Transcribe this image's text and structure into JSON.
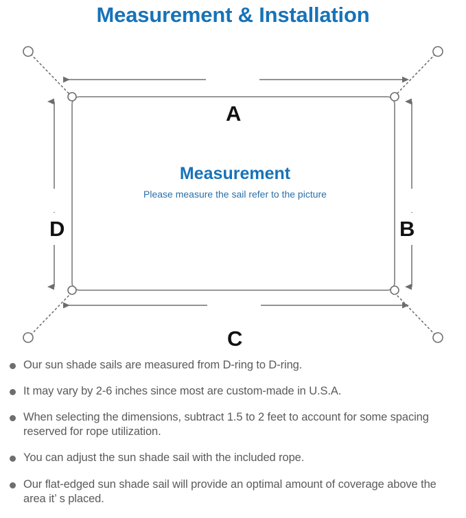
{
  "page": {
    "title": "Measurement & Installation",
    "title_color": "#1773b8",
    "background": "#ffffff"
  },
  "diagram": {
    "name": "sun-shade-sail-measurement-diagram",
    "center_label": {
      "heading": "Measurement",
      "subtext": "Please measure the sail refer to the picture",
      "heading_color": "#1773b8",
      "subtext_color": "#2a6fa8"
    },
    "dimension_labels": [
      {
        "id": "a",
        "label": "A",
        "edge": "top"
      },
      {
        "id": "b",
        "label": "B",
        "edge": "right"
      },
      {
        "id": "c",
        "label": "C",
        "edge": "bottom"
      },
      {
        "id": "d",
        "label": "D",
        "edge": "left"
      }
    ],
    "line_color": "#6e6e6e",
    "sail_outline_color": "#8a8a8a",
    "d_ring_count": 4,
    "anchor_point_count": 4
  },
  "notes": [
    "Our sun shade sails are measured from D-ring to D-ring.",
    "It may vary by 2-6 inches since most are custom-made in U.S.A.",
    "When selecting the dimensions, subtract 1.5 to 2 feet to account for some spacing reserved for rope utilization.",
    "You can adjust the sun shade sail with the included rope.",
    "Our flat-edged sun shade sail will provide an optimal amount of coverage above the area it’ s placed."
  ]
}
